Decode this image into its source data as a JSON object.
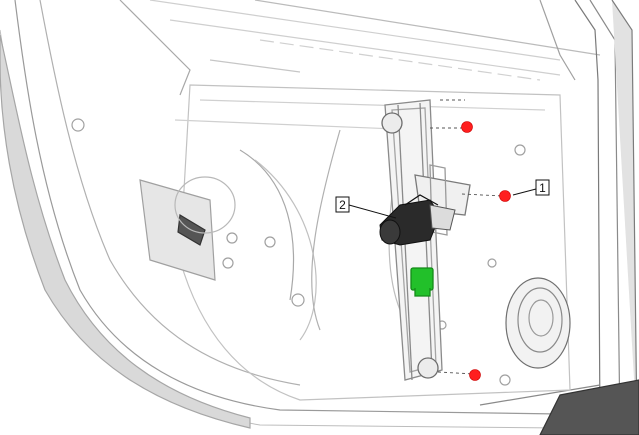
{
  "callouts": {
    "window_regulator": "1",
    "window_motor": "2"
  },
  "colors": {
    "background": "#ffffff",
    "line": "#8c8c8c",
    "line_light": "#c8c8c8",
    "dark_part": "#262626",
    "fastener_marker": "#ff1f1f",
    "connector": "#22c02a",
    "leader": "#111111"
  },
  "icons": {
    "fastener": "red-dot-marker",
    "connector": "green-connector-block"
  }
}
